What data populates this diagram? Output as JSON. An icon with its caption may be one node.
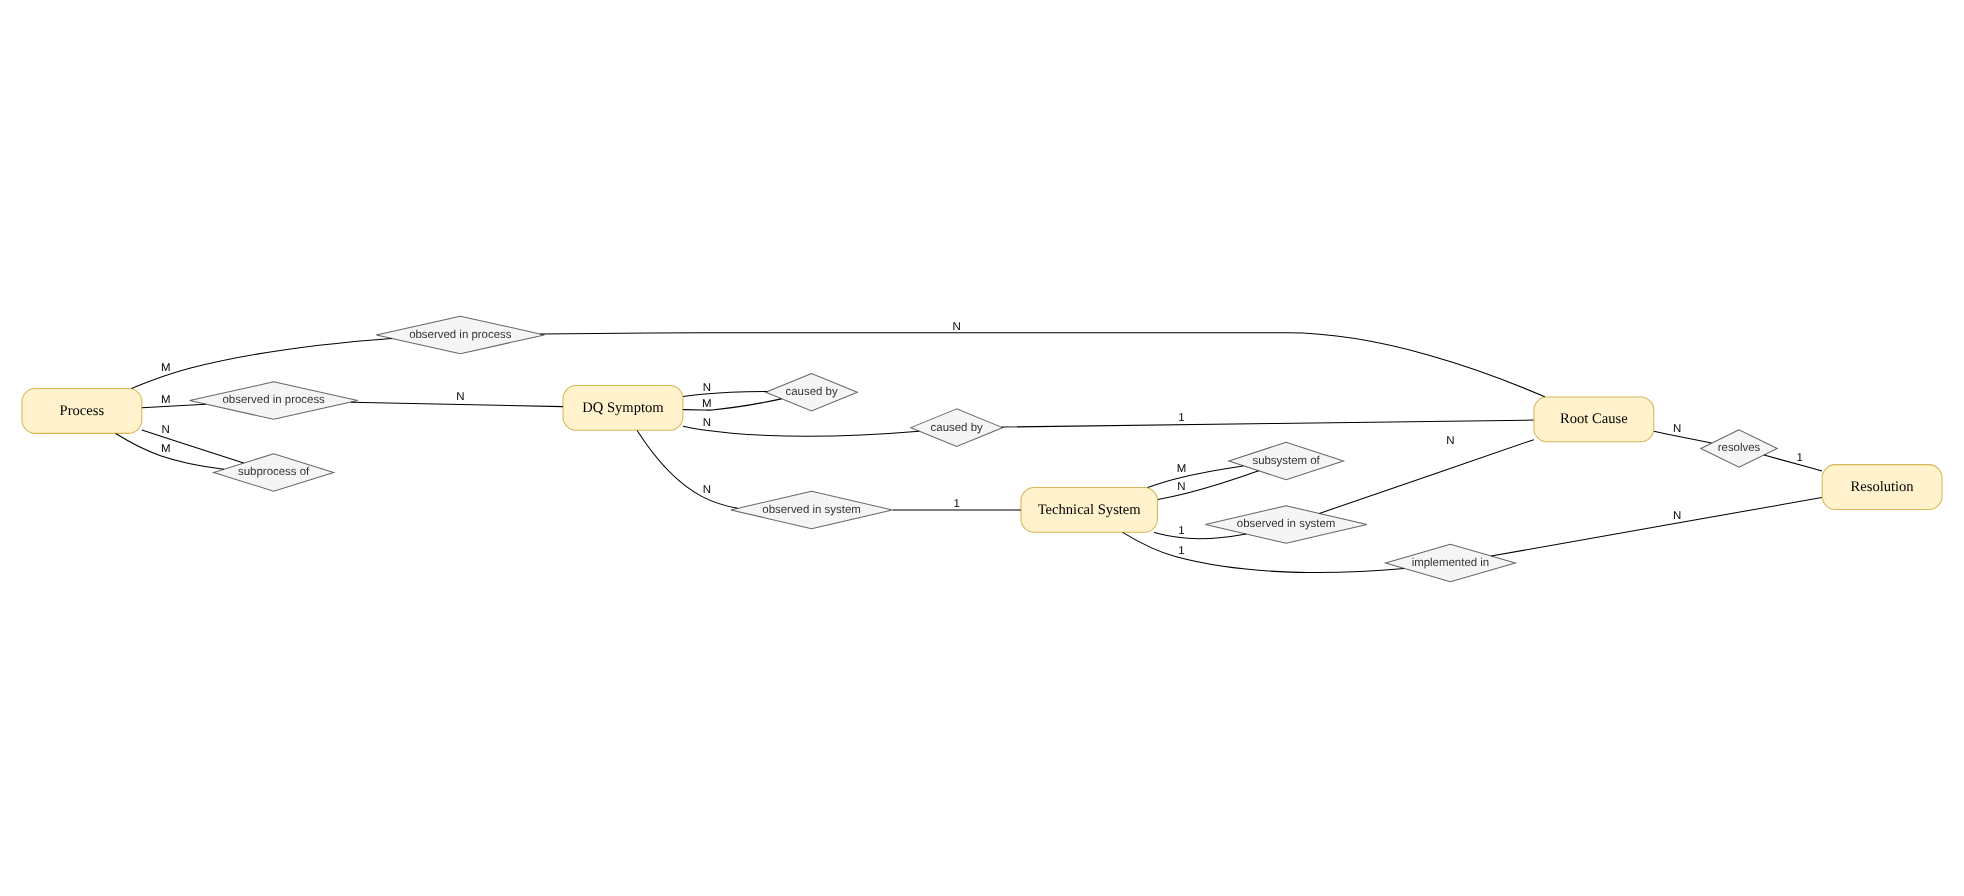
{
  "diagram": {
    "nodes": [
      {
        "text": [
          "caused by"
        ]
      },
      {
        "text": [
          "subsystem of"
        ]
      },
      {
        "text": [
          "DQ Symptom"
        ]
      },
      {
        "text": [
          "observed in process"
        ]
      },
      {
        "text": [
          "observed in system"
        ]
      },
      {
        "text": [
          "Technical System"
        ]
      },
      {
        "text": [
          "Process"
        ]
      },
      {
        "text": [
          "caused by"
        ]
      },
      {
        "text": [
          "observed in system"
        ]
      },
      {
        "text": [
          "implemented in"
        ]
      },
      {
        "text": [
          "observed in process"
        ]
      },
      {
        "text": [
          "subprocess of"
        ]
      },
      {
        "text": [
          "Root Cause"
        ]
      },
      {
        "text": [
          "resolves"
        ]
      },
      {
        "text": [
          "Resolution"
        ]
      }
    ],
    "edges": [
      {
        "from": 2,
        "to": 0,
        "label": "N",
        "arrow": "none"
      },
      {
        "from": 2,
        "to": 0,
        "label": "M",
        "arrow": "none"
      },
      {
        "from": 5,
        "to": 1,
        "label": "N",
        "arrow": "none"
      },
      {
        "from": 5,
        "to": 1,
        "label": "M",
        "arrow": "none"
      },
      {
        "from": 6,
        "to": 3,
        "label": "M",
        "arrow": "none"
      },
      {
        "from": 3,
        "to": 2,
        "label": "N",
        "arrow": "none"
      },
      {
        "from": 2,
        "to": 4,
        "label": "N",
        "arrow": "none"
      },
      {
        "from": 4,
        "to": 5,
        "label": "1",
        "arrow": "none"
      },
      {
        "from": 2,
        "to": 7,
        "label": "N",
        "arrow": "none"
      },
      {
        "from": 7,
        "to": 12,
        "label": "1",
        "arrow": "none"
      },
      {
        "from": 5,
        "to": 8,
        "label": "1",
        "arrow": "none"
      },
      {
        "from": 8,
        "to": 12,
        "label": "N",
        "arrow": "none"
      },
      {
        "from": 5,
        "to": 9,
        "label": "1",
        "arrow": "none"
      },
      {
        "from": 9,
        "to": 14,
        "label": "N",
        "arrow": "none"
      },
      {
        "from": 6,
        "to": 10,
        "label": "M",
        "arrow": "none"
      },
      {
        "from": 10,
        "to": 12,
        "label": "N",
        "arrow": "none"
      },
      {
        "from": 6,
        "to": 11,
        "label": "N",
        "arrow": "none"
      },
      {
        "from": 6,
        "to": 11,
        "label": "M",
        "arrow": "none"
      },
      {
        "from": 12,
        "to": 13,
        "label": "N",
        "arrow": "none"
      },
      {
        "from": 13,
        "to": 14,
        "label": "1",
        "arrow": "none"
      }
    ]
  }
}
